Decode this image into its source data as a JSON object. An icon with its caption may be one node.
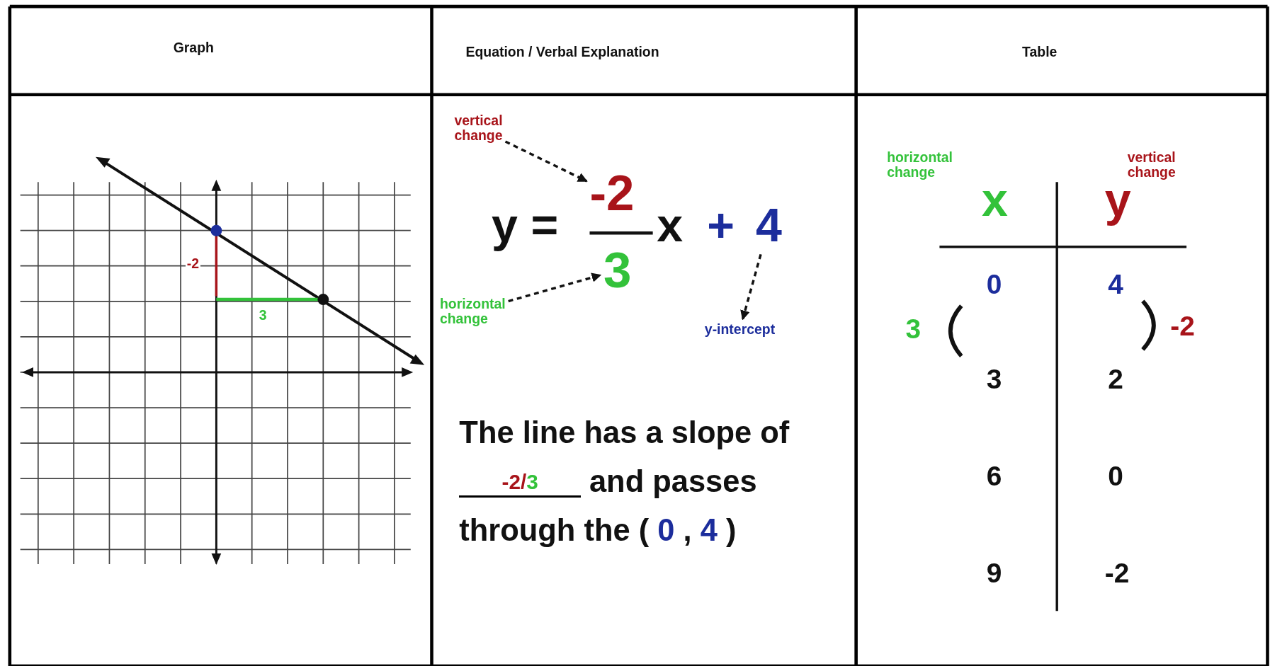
{
  "diagram": {
    "nodes": [
      {
        "text": [
          "vertical change"
        ]
      },
      {
        "text": [
          "-2"
        ]
      },
      {
        "text": [
          "horizontal change"
        ]
      },
      {
        "text": [
          "3"
        ]
      },
      {
        "text": [
          "4"
        ]
      },
      {
        "text": [
          "y-intercept"
        ]
      }
    ],
    "edges": [
      {
        "from": 0,
        "to": 1,
        "arrow": "to",
        "style": "dashed"
      },
      {
        "from": 2,
        "to": 3,
        "arrow": "to",
        "style": "dashed"
      },
      {
        "from": 4,
        "to": 5,
        "arrow": "to",
        "style": "dashed"
      }
    ],
    "labels": [
      "Graph",
      "Equation / Verbal Explanation",
      "Table",
      "-2",
      "3",
      "y =",
      "x",
      "+",
      "The line has a slope of",
      "-2/3",
      "and passes through the (",
      "0",
      ",",
      "4",
      ")",
      "horizontal change",
      "x",
      "vertical change",
      "y",
      "0",
      "4",
      "3",
      "-2",
      "3",
      "2",
      "6",
      "0",
      "9",
      "-2"
    ]
  }
}
